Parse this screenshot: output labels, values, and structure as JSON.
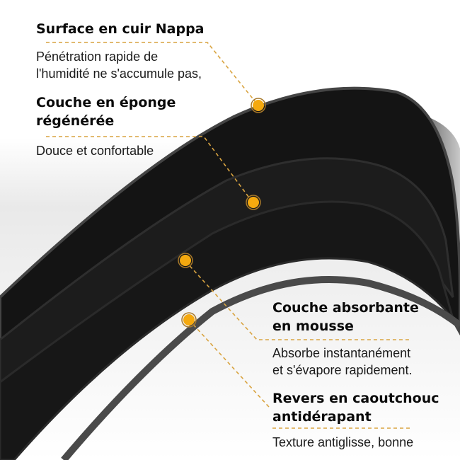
{
  "features": [
    {
      "title": "Surface en cuir Nappa",
      "description": "Pénétration rapide de l'humidité ne s'accumule pas,",
      "desc_lines": [
        "Pénétration rapide de",
        "l'humidité ne s'accumule pas,"
      ]
    },
    {
      "title": "Couche en éponge régénérée",
      "title_lines": [
        "Couche en éponge",
        "régénérée"
      ],
      "description": "Douce et confortable"
    },
    {
      "title": "Couche absorbante en mousse",
      "title_lines": [
        "Couche absorbante",
        "en mousse"
      ],
      "desc_lines": [
        "Absorbe instantanément",
        "et s'évapore rapidement."
      ]
    },
    {
      "title": "Revers en caoutchouc antidérapant",
      "title_lines": [
        "Revers en caoutchouc",
        "antidérapant"
      ],
      "description": "Texture antiglisse, bonne"
    }
  ],
  "colors": {
    "accent": "#F5A90F",
    "leader_line": "#D9A441",
    "layer_dark": "#151515",
    "layer_edge": "#3a3a3a"
  }
}
